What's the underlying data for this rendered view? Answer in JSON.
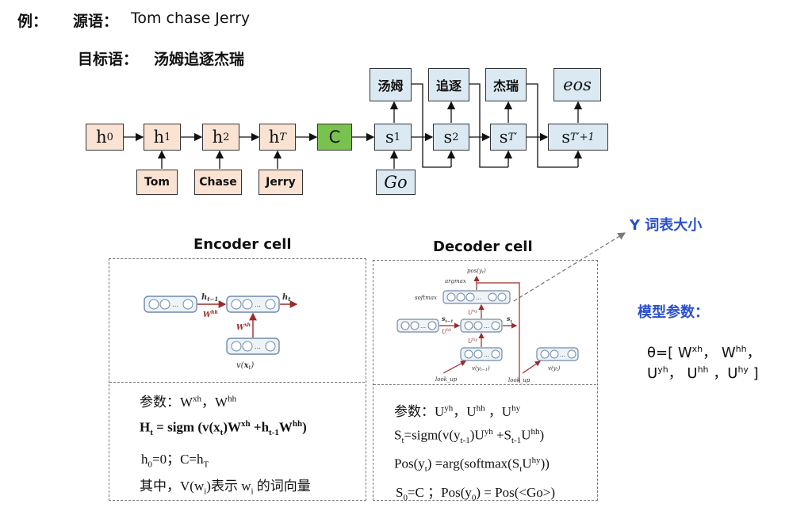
{
  "header": {
    "example_label": "例：",
    "source_label": "源语：",
    "source_text": "Tom chase Jerry",
    "target_label": "目标语：",
    "target_text": "汤姆追逐杰瑞"
  },
  "diagram": {
    "encoder_states": [
      "h",
      "h",
      "h",
      "h"
    ],
    "encoder_subs": [
      "0",
      "1",
      "2",
      "T"
    ],
    "context": "C",
    "decoder_state_letter": "s",
    "decoder_subs": [
      "1",
      "2",
      "T′",
      "T′+1"
    ],
    "inputs": [
      "Tom",
      "Chase",
      "Jerry"
    ],
    "go": "Go",
    "outputs": [
      "汤姆",
      "追逐",
      "杰瑞",
      "eos"
    ]
  },
  "encoder_cell": {
    "title": "Encoder cell",
    "formula1": "参数：",
    "formula1_w1": "W",
    "formula1_w1_sup": "xh",
    "formula1_sep": "，",
    "formula1_w2": "W",
    "formula1_w2_sup": "hh",
    "formula2_a": "H",
    "formula2_a_sub": "t",
    "formula2_b": " = sigm (v(x",
    "formula2_b_sub": "t",
    "formula2_c": ")W",
    "formula2_c_sup": "xh",
    "formula2_d": " +h",
    "formula2_d_sub": "t-1",
    "formula2_e": "W",
    "formula2_e_sup": "hh",
    "formula2_f": ")",
    "formula3_a": "h",
    "formula3_a_sub": "0",
    "formula3_b": "=0；C=h",
    "formula3_b_sub": "T",
    "formula4_a": "其中，V(w",
    "formula4_a_sub": "i",
    "formula4_b": ")表示 w",
    "formula4_b_sub": "i",
    "formula4_c": " 的词向量",
    "fig_labels": [
      "h",
      "t−1",
      "h",
      "t",
      "W",
      "hh",
      "W",
      "xh",
      "v(",
      "x",
      "t",
      ")"
    ]
  },
  "decoder_cell": {
    "title": "Decoder cell",
    "formula1": "参数：U",
    "formula1_sup1": "yh",
    "formula1_mid": "，U",
    "formula1_sup2": "hh",
    "formula1_mid2": " ，U",
    "formula1_sup3": "hy",
    "formula2_a": "S",
    "formula2_a_sub": "t",
    "formula2_b": "=sigm(v(y",
    "formula2_b_sub": "t-1",
    "formula2_c": ")U",
    "formula2_c_sup": "yh",
    "formula2_d": " +S",
    "formula2_d_sub": "t-1",
    "formula2_e": "U",
    "formula2_e_sup": "hh",
    "formula2_f": ")",
    "formula3_a": "Pos(y",
    "formula3_a_sub": "t",
    "formula3_b": ") =arg(softmax(S",
    "formula3_b_sub": "t",
    "formula3_c": "U",
    "formula3_c_sup": "hy",
    "formula3_d": "))",
    "formula4_a": "S",
    "formula4_a_sub": "0",
    "formula4_b": "=C  ；Pos(y",
    "formula4_b_sub": "0",
    "formula4_c": ") = Pos(<Go>)",
    "fig_labels": [
      "pos(y",
      "t",
      ")",
      "argmax",
      "softmax",
      "U",
      "hy",
      "s",
      "t−1",
      "U",
      "hh",
      "s",
      "t",
      "U",
      "hy",
      "v(y",
      "t−1",
      ")",
      "v(y",
      "t",
      ")",
      "look_up",
      "look_up"
    ]
  },
  "vocab_note": "Y 词表大小",
  "params": {
    "title": "模型参数：",
    "line1_a": "θ=[ W",
    "line1_a_sup": "xh",
    "line1_b": "， W",
    "line1_b_sup": "hh",
    "line1_c": "，",
    "line2_a": "U",
    "line2_a_sup": "yh",
    "line2_b": "， U",
    "line2_b_sup": "hh",
    "line2_c": " ，U",
    "line2_c_sup": "hy",
    "line2_d": " ]"
  },
  "colors": {
    "encoder_box": "#fbe3d3",
    "decoder_box": "#dbe9f2",
    "context_box": "#79c250",
    "accent_blue": "#2a4fd0",
    "arrow_red": "#9b2b2b"
  }
}
